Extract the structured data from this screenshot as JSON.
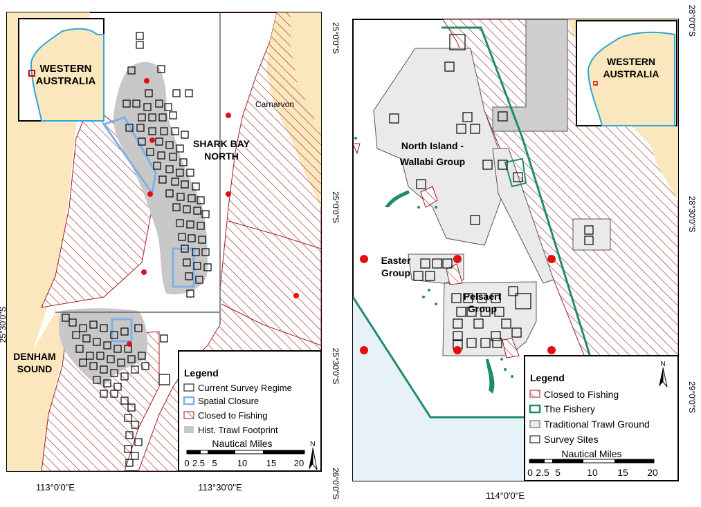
{
  "colors": {
    "land": "#fbe7bd",
    "sea": "#ffffff",
    "trawl": "#c8c8c8",
    "closure_blue": "#7fb0e8",
    "closed_red": "#9b1c1c",
    "fishery_green": "#1e8c6a",
    "red_dot": "#e01010"
  },
  "left_map": {
    "y_labels": [
      "25°0'0\"S",
      "25°30'0\"S",
      "26°0'0\"S"
    ],
    "x_labels": [
      "113°0'0\"E",
      "113°30'0\"E"
    ],
    "place_labels": {
      "carnarvon": "Carnarvon",
      "sbn_line1": "SHARK BAY",
      "sbn_line2": "NORTH",
      "denham_line1": "DENHAM",
      "denham_line2": "SOUND"
    },
    "inset": {
      "line1": "WESTERN",
      "line2": "AUSTRALIA"
    },
    "legend": {
      "title": "Legend",
      "items": [
        "Current Survey Regime",
        "Spatial Closure",
        "Closed to Fishing",
        "Hist. Trawl Footprint"
      ],
      "scale_title": "Nautical Miles",
      "scale_ticks": [
        "0",
        "2.5",
        "5",
        "10",
        "15",
        "20"
      ],
      "north": "N"
    }
  },
  "right_map": {
    "y_labels": [
      "28°0'0\"S",
      "28°30'0\"S",
      "29°0'0\"S"
    ],
    "x_labels": [
      "114°0'0\"E"
    ],
    "place_labels": {
      "ni_line1": "North Island -",
      "ni_line2": "Wallabi Group",
      "easter_line1": "Easter",
      "easter_line2": "Group",
      "pelsaert_line1": "Pelsaert",
      "pelsaert_line2": "Group"
    },
    "inset": {
      "line1": "WESTERN",
      "line2": "AUSTRALIA"
    },
    "legend": {
      "title": "Legend",
      "items": [
        "Closed to Fishing",
        "The Fishery",
        "Traditional Trawl Ground",
        "Survey Sites"
      ],
      "scale_title": "Nautical Miles",
      "scale_ticks": [
        "0",
        "2.5",
        "5",
        "10",
        "15",
        "20"
      ],
      "north": "N"
    }
  }
}
